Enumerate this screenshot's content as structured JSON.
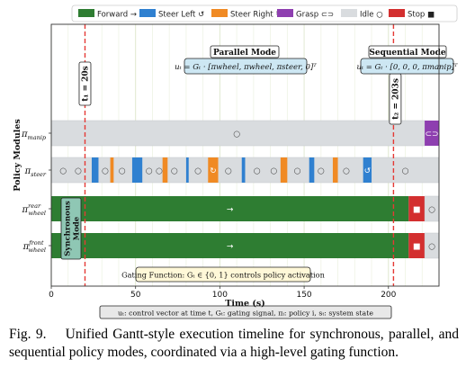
{
  "chart_data": {
    "type": "gantt",
    "xlabel": "Time (s)",
    "ylabel": "Policy Modules",
    "xlim": [
      0,
      230
    ],
    "xticks": [
      0,
      50,
      100,
      150,
      200
    ],
    "grid": true,
    "legend_position": "top",
    "legend": [
      {
        "label": "Forward →",
        "color": "#2e7d32"
      },
      {
        "label": "Steer Left ↺",
        "color": "#2f80d0"
      },
      {
        "label": "Steer Right ↻",
        "color": "#f08a24"
      },
      {
        "label": "Grasp ⊂⊃",
        "color": "#8e3fb0"
      },
      {
        "label": "Idle ○",
        "color": "#d9dcdf"
      },
      {
        "label": "Stop ■",
        "color": "#d32f2f"
      }
    ],
    "rows": [
      {
        "label": "π",
        "sub": "manip",
        "sup": "",
        "segments": [
          {
            "start": 0,
            "end": 221.5,
            "state": "idle",
            "marker": "○",
            "marker_at": 110
          },
          {
            "start": 221.5,
            "end": 230,
            "state": "grasp",
            "marker": "⊂⊃"
          }
        ]
      },
      {
        "label": "π",
        "sub": "steer",
        "sup": "",
        "segments": [
          {
            "start": 0,
            "end": 230,
            "state": "idle"
          },
          {
            "start": 24,
            "end": 28,
            "state": "left"
          },
          {
            "start": 35,
            "end": 37,
            "state": "right"
          },
          {
            "start": 48,
            "end": 54,
            "state": "left"
          },
          {
            "start": 66,
            "end": 69,
            "state": "right"
          },
          {
            "start": 80,
            "end": 81.5,
            "state": "left"
          },
          {
            "start": 93,
            "end": 99,
            "state": "right",
            "marker": "↻"
          },
          {
            "start": 113,
            "end": 115,
            "state": "left"
          },
          {
            "start": 136,
            "end": 140,
            "state": "right"
          },
          {
            "start": 153,
            "end": 156,
            "state": "left"
          },
          {
            "start": 167,
            "end": 170,
            "state": "right"
          },
          {
            "start": 185,
            "end": 190,
            "state": "left",
            "marker": "↺"
          }
        ],
        "idle_markers": [
          7,
          16,
          32,
          42,
          58,
          64,
          73,
          87,
          105,
          122,
          132,
          146,
          160,
          175,
          210
        ]
      },
      {
        "label": "π",
        "sub": "wheel",
        "sup": "rear",
        "segments": [
          {
            "start": 0,
            "end": 212,
            "state": "forward",
            "marker": "→",
            "marker_at": 106
          },
          {
            "start": 212,
            "end": 221.5,
            "state": "stop",
            "marker": "■"
          },
          {
            "start": 221.5,
            "end": 230,
            "state": "idle",
            "marker": "○"
          }
        ]
      },
      {
        "label": "π",
        "sub": "wheel",
        "sup": "front",
        "segments": [
          {
            "start": 0,
            "end": 212,
            "state": "forward",
            "marker": "→",
            "marker_at": 106
          },
          {
            "start": 212,
            "end": 221.5,
            "state": "stop",
            "marker": "■"
          },
          {
            "start": 221.5,
            "end": 230,
            "state": "idle",
            "marker": "○"
          }
        ]
      }
    ],
    "events": [
      {
        "time": 20,
        "label": "t₁ = 20s"
      },
      {
        "time": 203,
        "label": "t₂ = 203s"
      }
    ],
    "annotations": {
      "parallel_title": "Parallel Mode",
      "parallel_formula": "uₜ = Gₜ · [πwheel, πwheel, πsteer, 0]ᵀ",
      "sequential_title": "Sequential Mode",
      "sequential_formula": "uₜ = Gₜ · [0, 0, 0, πmanip]ᵀ",
      "synchronous_label": "Synchronous Mode",
      "gating_note": "Gating Function: Gₜ ∈ {0, 1} controls policy activation",
      "footer_note": "uₜ: control vector at time t, Gₜ: gating signal, πᵢ: policy i, sₜ: system state"
    }
  },
  "caption": {
    "number": "Fig. 9.",
    "text": "Unified Gantt-style execution timeline for synchronous, parallel, and sequential policy modes, coordinated via a high-level gating function."
  }
}
